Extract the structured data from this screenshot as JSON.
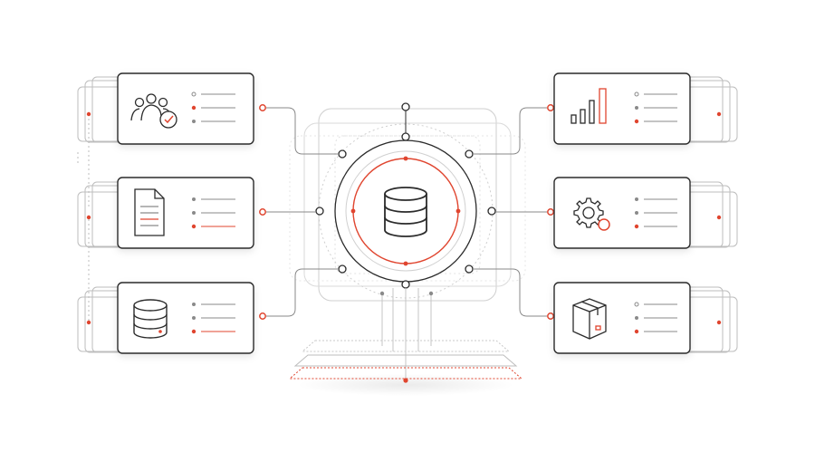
{
  "colors": {
    "accent": "#e0452f",
    "stroke": "#2b2b2b",
    "muted": "#8a8a8a",
    "faint": "#c6c6c6",
    "card_bg": "#ffffff"
  },
  "hub": {
    "icon": "database-icon"
  },
  "cards": [
    {
      "side": "left",
      "icon": "user-group-check-icon",
      "accent_row": 1
    },
    {
      "side": "left",
      "icon": "document-icon",
      "accent_row": 2
    },
    {
      "side": "left",
      "icon": "database-icon",
      "accent_row": 2
    },
    {
      "side": "right",
      "icon": "bar-chart-icon",
      "accent_row": 2
    },
    {
      "side": "right",
      "icon": "gear-icon",
      "accent_row": 2
    },
    {
      "side": "right",
      "icon": "package-box-icon",
      "accent_row": 2
    }
  ]
}
